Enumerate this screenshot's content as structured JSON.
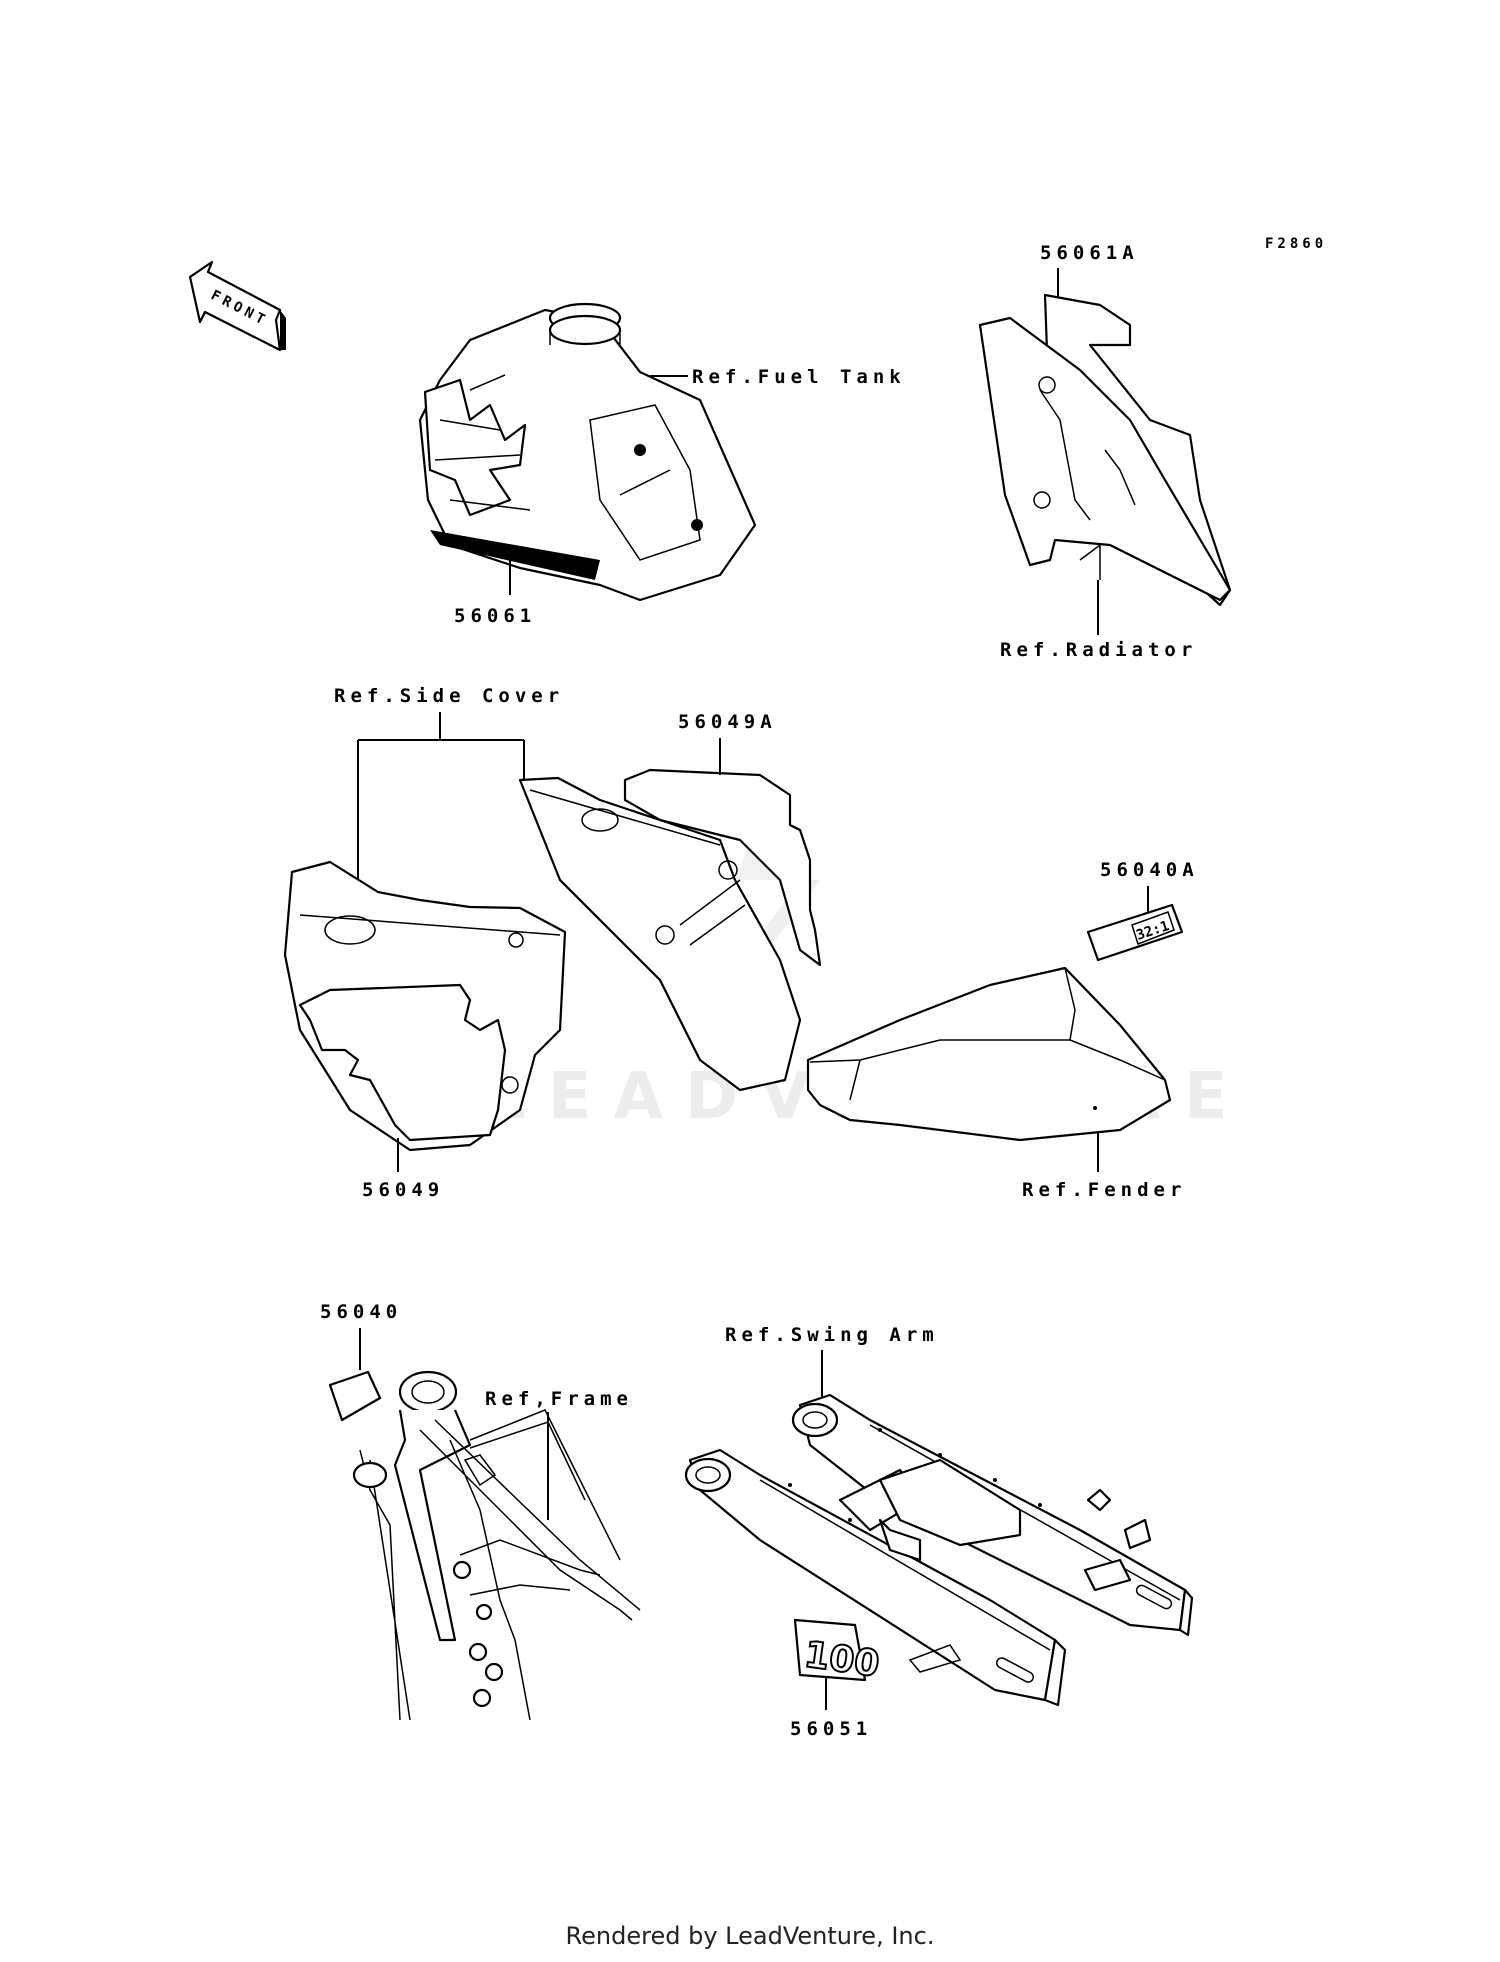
{
  "diagram_id": "F2860",
  "front_label": "FRONT",
  "watermark": "LEADVENTURE",
  "labels": {
    "fuel_tank_ref": "Ref.Fuel Tank",
    "part_56061": "56061",
    "part_56061A": "56061A",
    "radiator_ref": "Ref.Radiator",
    "side_cover_ref": "Ref.Side Cover",
    "part_56049A": "56049A",
    "part_56040A": "56040A",
    "decal_32_1": "32:1",
    "part_56049": "56049",
    "fender_ref": "Ref.Fender",
    "part_56040": "56040",
    "frame_ref": "Ref,Frame",
    "swing_arm_ref": "Ref.Swing Arm",
    "decal_100": "100",
    "part_56051": "56051"
  },
  "footer": "Rendered by LeadVenture, Inc."
}
